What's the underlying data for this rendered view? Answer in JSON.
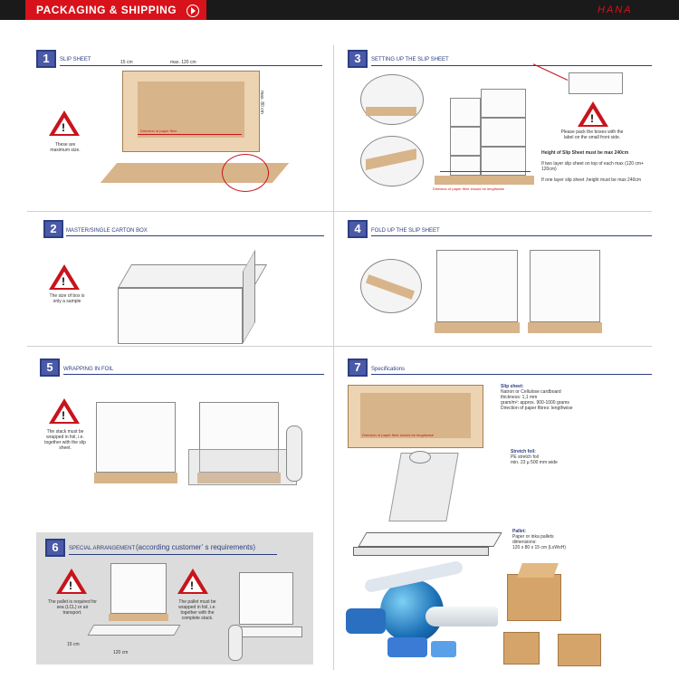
{
  "header": {
    "title": "PACKAGING & SHIPPING",
    "logo": "HANA"
  },
  "s1": {
    "num": "1",
    "title": "SLIP SHEET",
    "dim_15": "15 cm",
    "dim_120": "max. 120 cm",
    "dim_80": "max. 80 cm",
    "fibre": "Direction of paper fibre",
    "note": "These are maximum size."
  },
  "s2": {
    "num": "2",
    "title": "MASTER/SINGLE CARTON BOX",
    "note": "The size of box is only a sample"
  },
  "s3": {
    "num": "3",
    "title": "SETTING UP THE SLIP SHEET",
    "note": "Please pack the boxes with the label on the small front side.",
    "height_title": "Height of Slip Sheet must be max 240cm",
    "two_layer": "If two layer slip sheet on top of each max (120 cm+ 120cm)",
    "one_layer": "If one layer slip sheet ,height must be max 240cm",
    "fibre": "Direction of paper fibre should be lengthwise"
  },
  "s4": {
    "num": "4",
    "title": "FOLD UP THE SLIP SHEET"
  },
  "s5": {
    "num": "5",
    "title": "WRAPPING IN FOIL",
    "note": "The stack must be wrapped in foil, i.e. together with the slip sheet."
  },
  "s6": {
    "num": "6",
    "title": "SPECIAL ARRANGEMENT",
    "subtitle": "(according customer’ s requirements)",
    "note1": "The pallet is required for sea (LCL) or air transport.",
    "note2": "The pallet must be wrapped in foil, i.e. together with the complete stack.",
    "dim_15": "15 cm",
    "dim_120": "120 cm"
  },
  "s7": {
    "num": "7",
    "title": "Specifications",
    "slip_title": "Slip sheet:",
    "slip_lines": [
      "Natron or Cellulose cardboard",
      "thickness:      1,1 mm",
      "gram/m²:      approx. 900-1000 grams",
      "Direction of paper fibres:    lengthwise"
    ],
    "fibre": "Direction of paper fibre should be lengthwise",
    "foil_title": "Stretch foil:",
    "foil_lines": [
      "PE stretch foil",
      "min. 23 µ 500 mm wide"
    ],
    "pallet_title": "Pallet:",
    "pallet_lines": [
      "Paper or inka pallets",
      "dimensions:",
      "120 x 80 x 15 cm (LxWxH)"
    ]
  }
}
